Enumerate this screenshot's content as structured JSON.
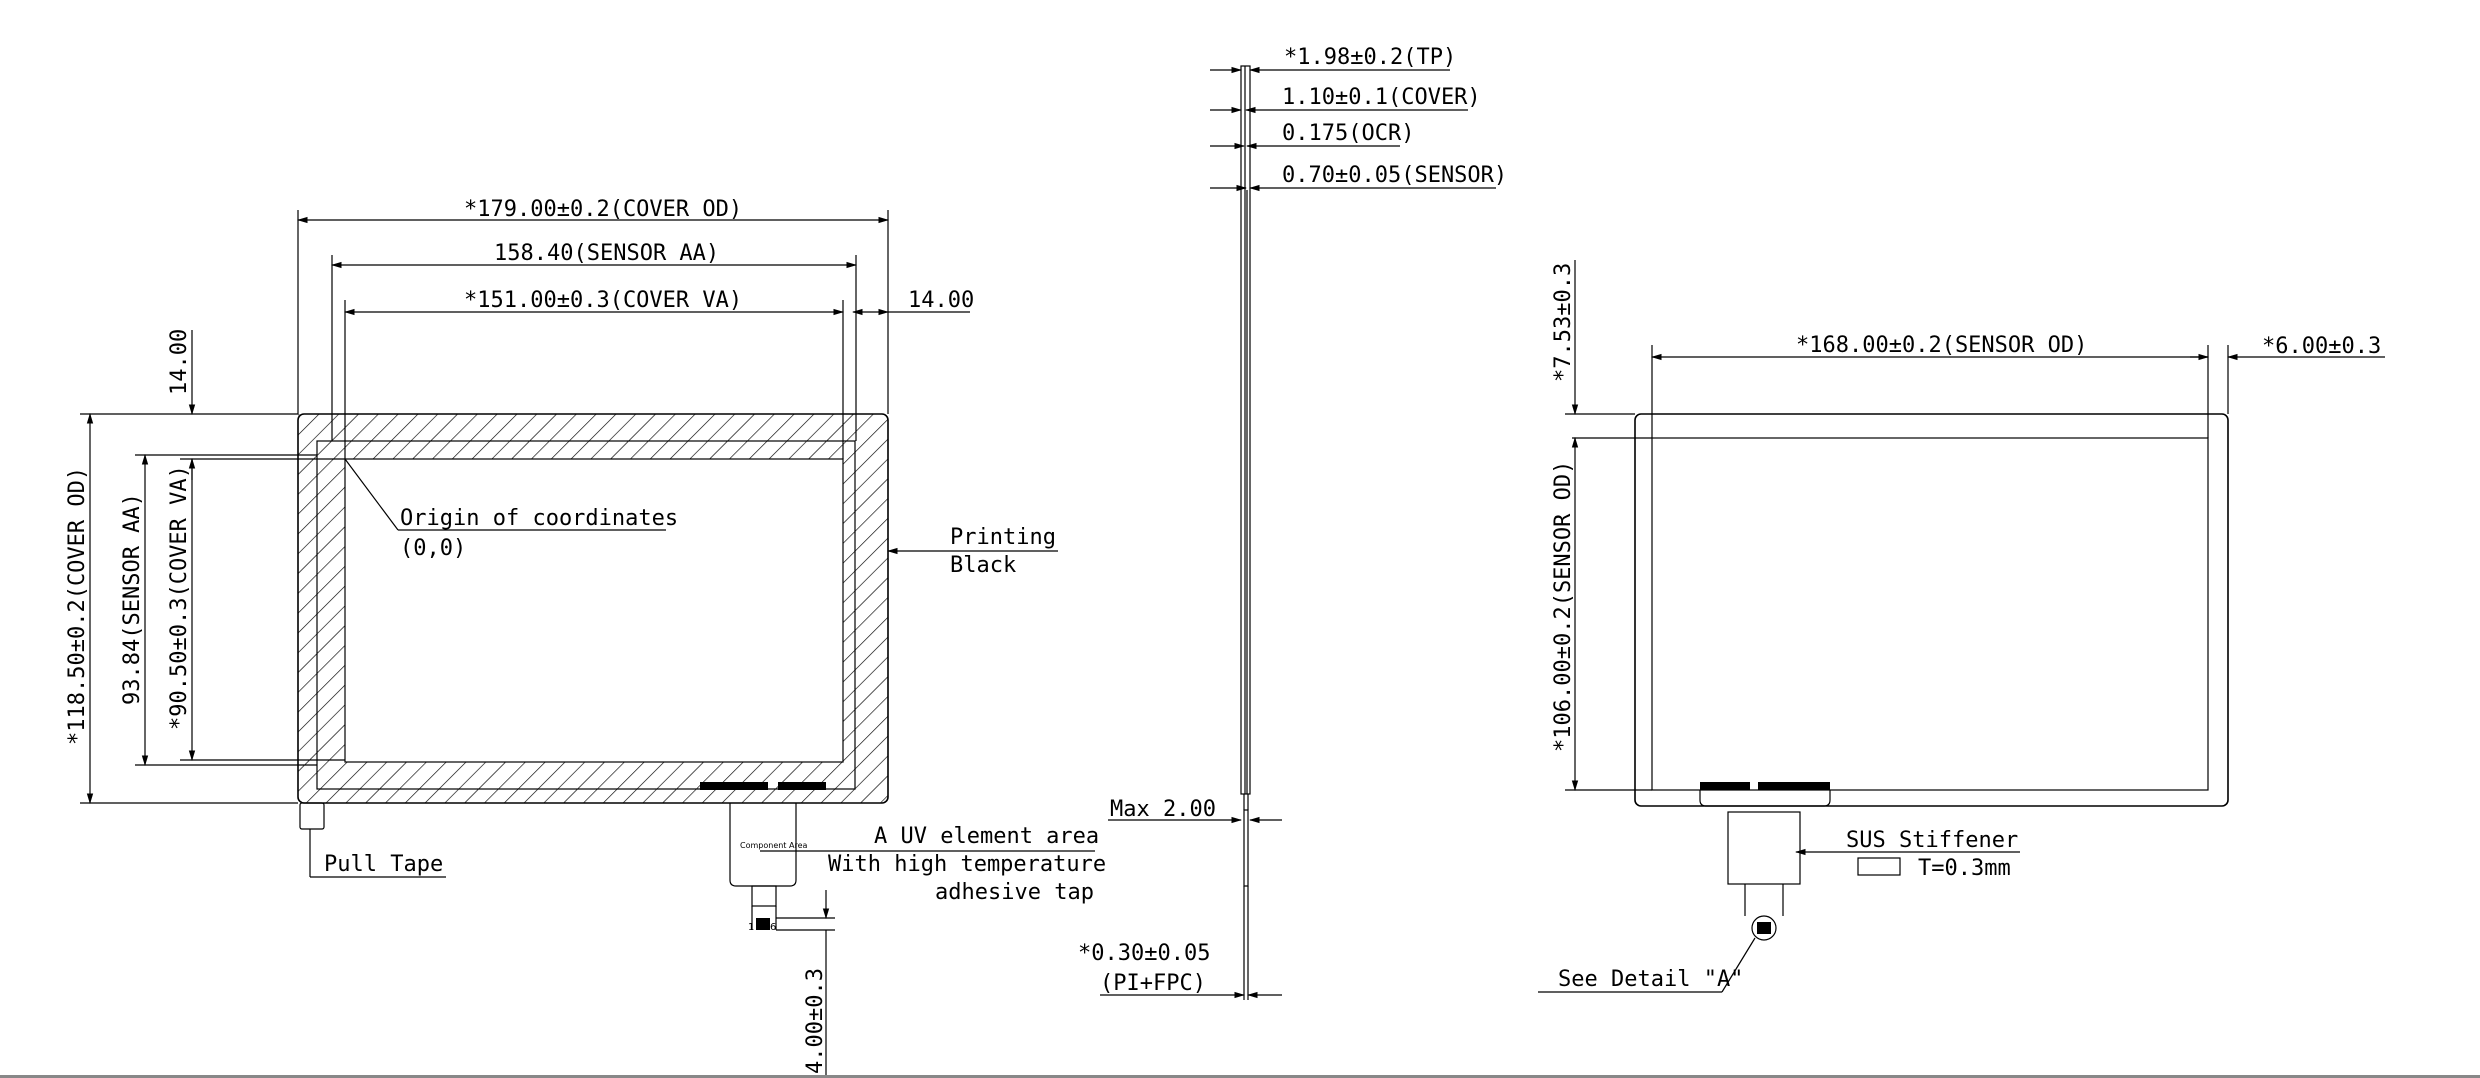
{
  "front_view": {
    "cover_od_width": "*179.00±0.2(COVER OD)",
    "sensor_aa_width": "158.40(SENSOR AA)",
    "cover_va_width": "*151.00±0.3(COVER VA)",
    "right_margin": "14.00",
    "top_margin": "14.00",
    "cover_od_height": "*118.50±0.2(COVER OD)",
    "sensor_aa_height": "93.84(SENSOR AA)",
    "cover_va_height": "*90.50±0.3(COVER VA)",
    "origin_label": "Origin of coordinates",
    "origin_value": "(0,0)",
    "printing_line1": "Printing",
    "printing_line2": "Black",
    "pull_tape": "Pull Tape",
    "uv_line1": "A UV element area",
    "uv_line2": "With high temperature",
    "uv_line3": "adhesive tap",
    "component_area": "Component Area",
    "fpc_length": "4.00±0.3",
    "pin_labels": [
      "1",
      "6"
    ]
  },
  "side_view": {
    "tp_thickness": "*1.98±0.2(TP)",
    "cover_thickness": "1.10±0.1(COVER)",
    "ocr_thickness": "0.175(OCR)",
    "sensor_thickness": "0.70±0.05(SENSOR)",
    "max_value": "Max 2.00",
    "fpc_thickness": "*0.30±0.05",
    "fpc_material": "(PI+FPC)"
  },
  "back_view": {
    "sensor_od_width": "*168.00±0.2(SENSOR OD)",
    "right_offset": "*6.00±0.3",
    "top_offset": "*7.53±0.3",
    "sensor_od_height": "*106.00±0.2(SENSOR OD)",
    "stiffener_label": "SUS Stiffener",
    "stiffener_thickness": "T=0.3mm",
    "detail_ref": "See Detail \"A\""
  }
}
